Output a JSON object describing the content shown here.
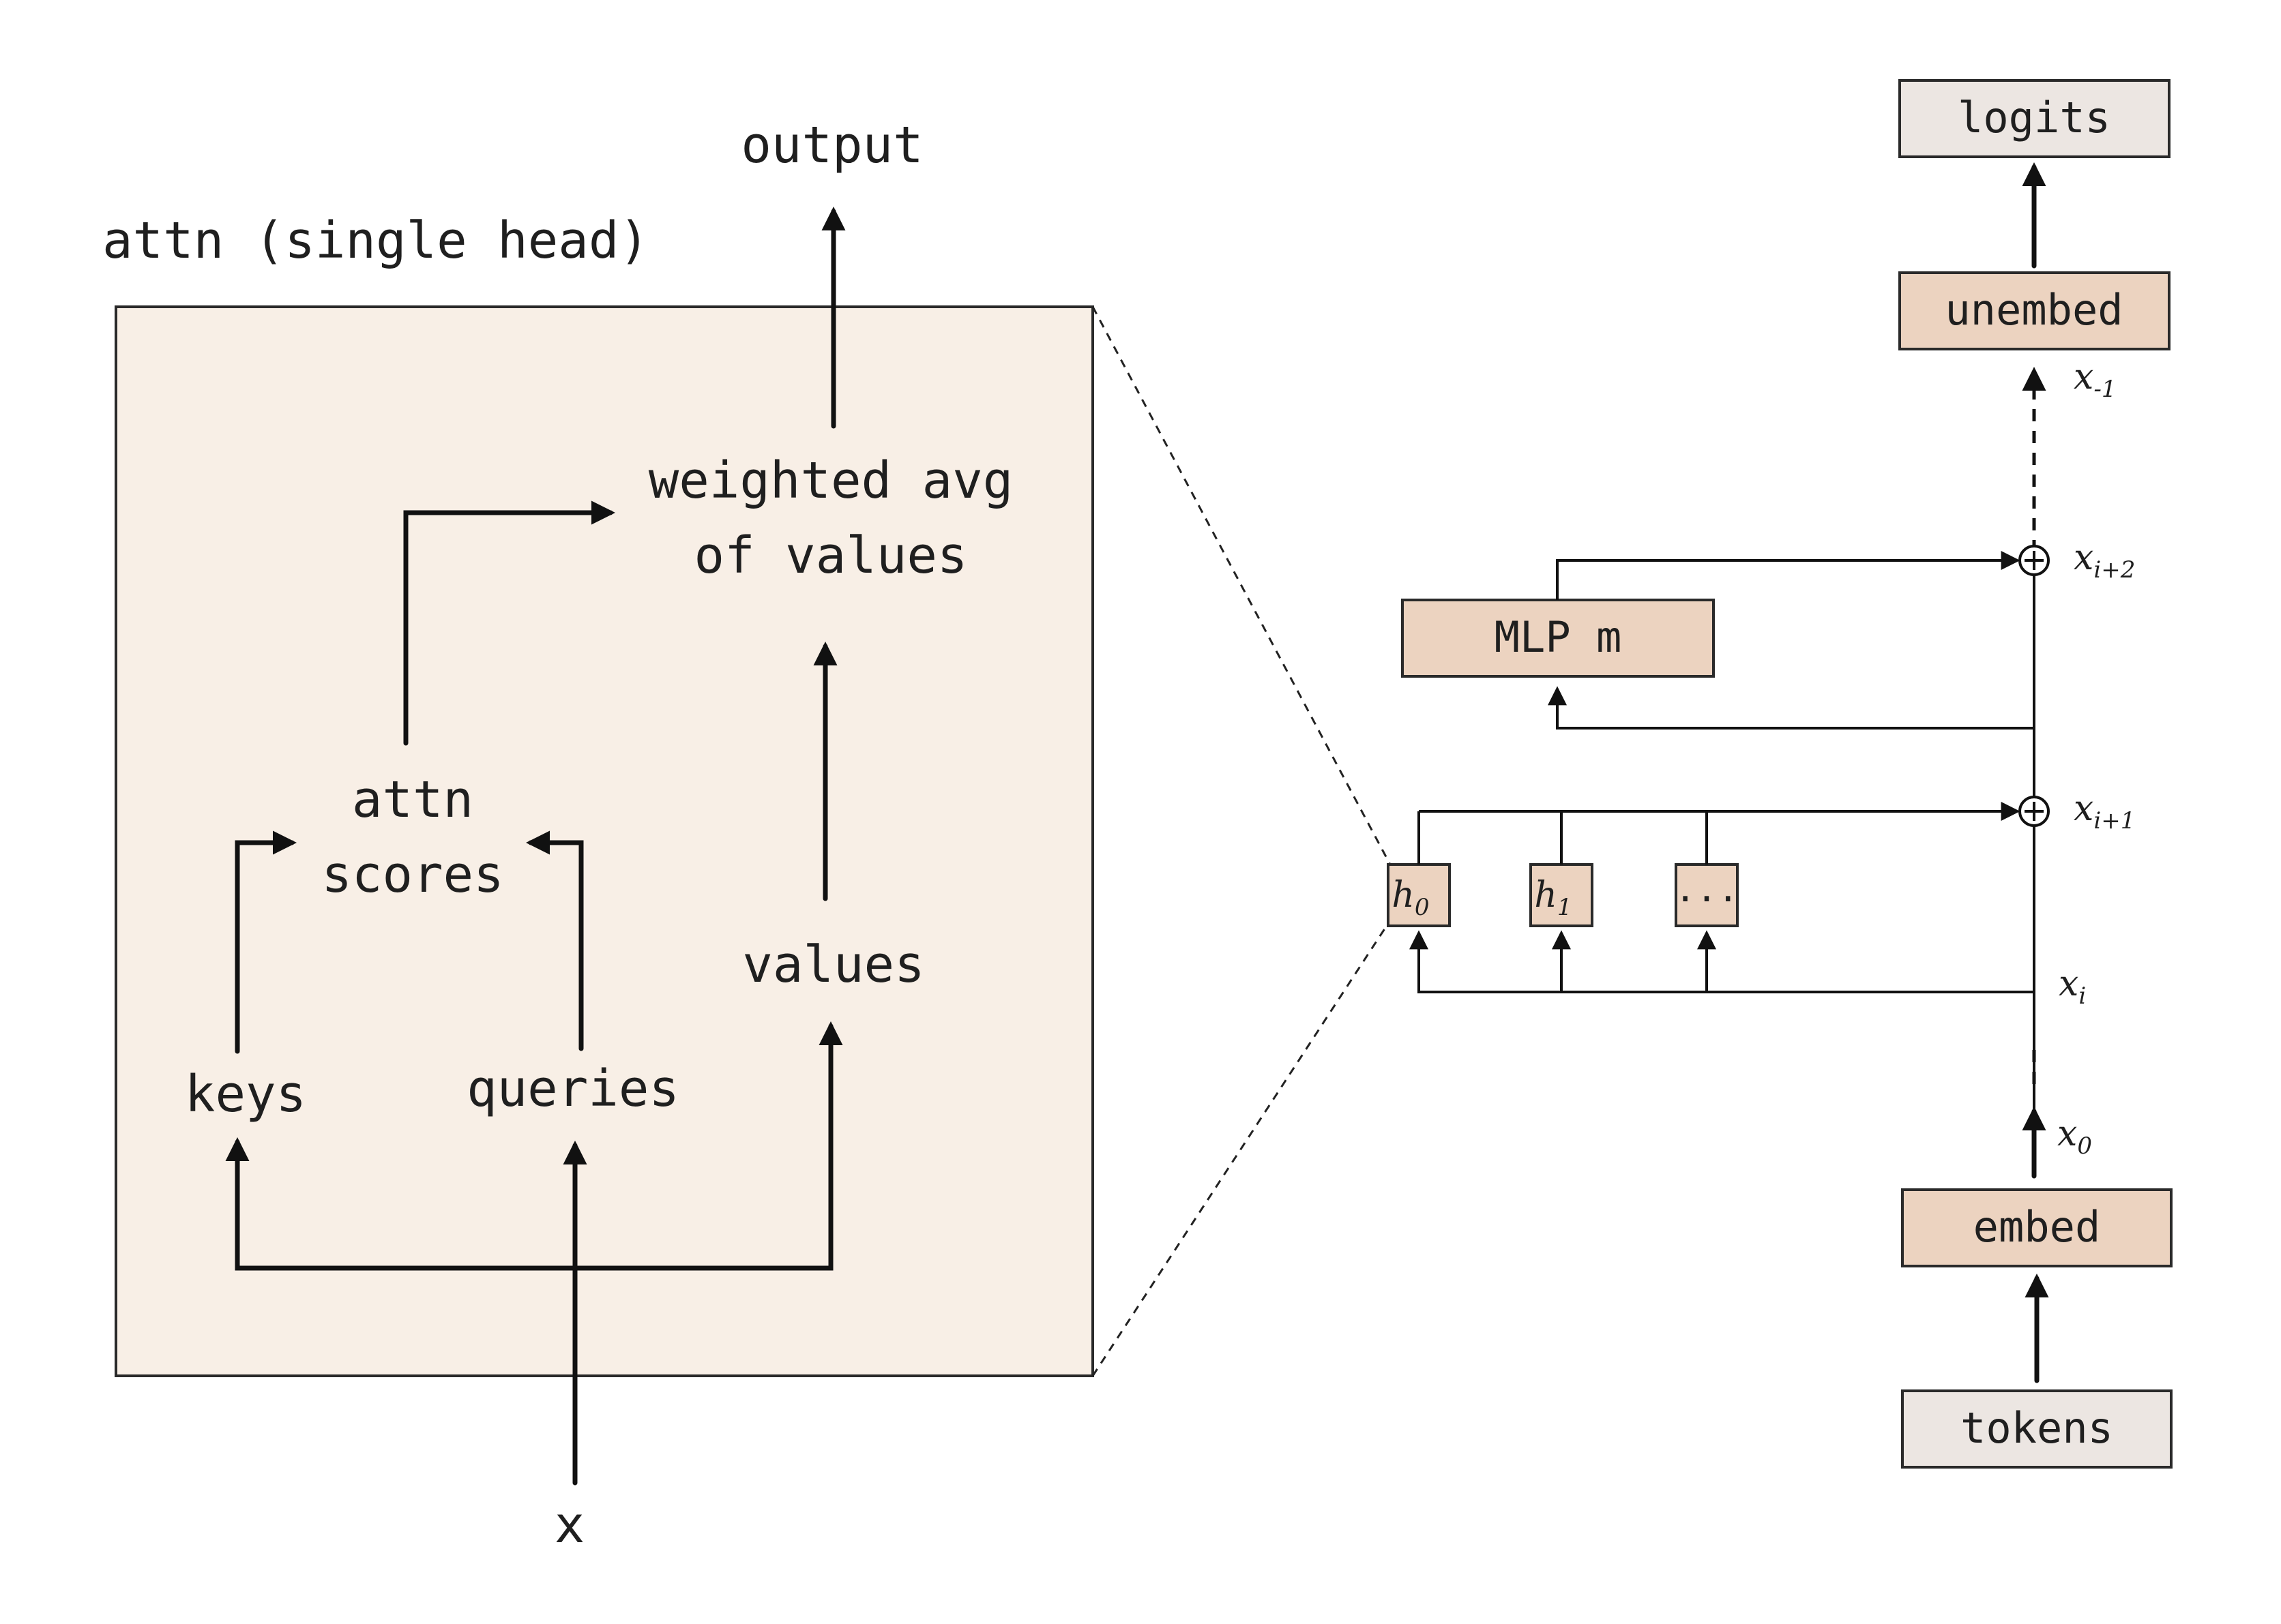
{
  "colors": {
    "accent_fill": "#ecd3c0",
    "panel_fill": "#f8efe6",
    "neutral_fill": "#ece6e2",
    "stroke": "#1a1a1a"
  },
  "attention": {
    "title": "attn (single head)",
    "output": "output",
    "weighted_line1": "weighted avg",
    "weighted_line2": "of values",
    "scores_line1": "attn",
    "scores_line2": "scores",
    "values": "values",
    "keys": "keys",
    "queries": "queries",
    "input": "x"
  },
  "stack": {
    "logits": "logits",
    "unembed": "unembed",
    "mlp": "MLP m",
    "embed": "embed",
    "tokens": "tokens",
    "heads": [
      {
        "base": "h",
        "sub": "0"
      },
      {
        "base": "h",
        "sub": "1"
      },
      {
        "base": "...",
        "sub": ""
      }
    ],
    "residual": [
      {
        "base": "x",
        "sub": "-1"
      },
      {
        "base": "x",
        "sub": "i+2"
      },
      {
        "base": "x",
        "sub": "i+1"
      },
      {
        "base": "x",
        "sub": "i"
      },
      {
        "base": "x",
        "sub": "0"
      }
    ]
  }
}
